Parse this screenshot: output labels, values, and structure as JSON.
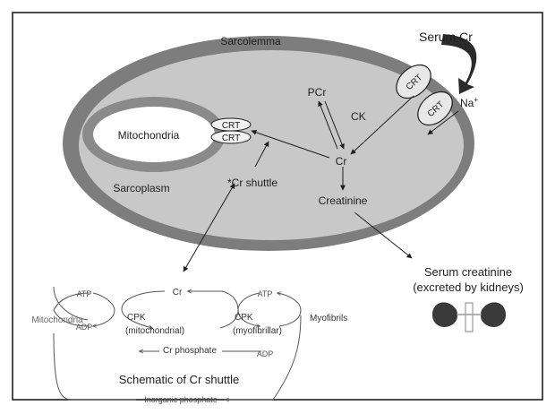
{
  "labels": {
    "sarcolemma": "Sarcolemma",
    "serum_cr": "Serum Cr",
    "crt_outer_1": "CRT",
    "crt_outer_2": "CRT",
    "na": "Na",
    "na_sup": "+",
    "pcr": "PCr",
    "ck": "CK",
    "cr": "Cr",
    "mitochondria": "Mitochondria",
    "crt_mito_1": "CRT",
    "crt_mito_2": "CRT",
    "sarcoplasm": "Sarcoplasm",
    "cr_shuttle": "*Cr shuttle",
    "creatinine": "Creatinine",
    "serum_creatinine_1": "Serum creatinine",
    "serum_creatinine_2": "(excreted by kidneys)"
  },
  "shuttle": {
    "atp_left": "ATP",
    "adp_left": "ADP",
    "mitochondria": "Mitochondria",
    "cpk_mito_1": "CPK",
    "cpk_mito_2": "(mitochondrial)",
    "cr": "Cr",
    "cr_phosphate": "Cr phosphate",
    "cpk_myo_1": "CPK",
    "cpk_myo_2": "(myofibrillar)",
    "atp_right": "ATP",
    "adp_right": "ADP",
    "myofibrils": "Myofibrils",
    "title": "Schematic of Cr shuttle",
    "inorganic_phosphate": "Inorganic phosphate"
  },
  "icons": {
    "kidney": "kidneys-icon"
  },
  "colors": {
    "sarcolemma": "#7d7d7d",
    "cytoplasm": "#c8c8c8",
    "mito_outer": "#8a8a8a",
    "mito_inner": "#ffffff",
    "ink": "#1e1e1e",
    "faint": "#555555"
  }
}
